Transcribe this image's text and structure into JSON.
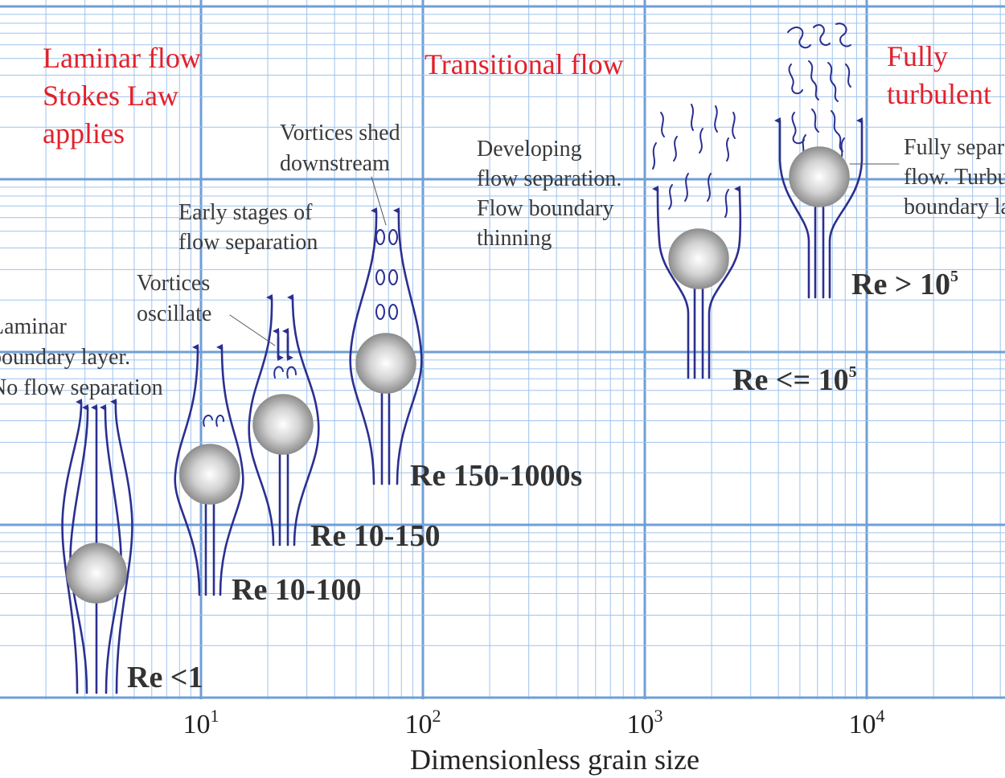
{
  "x_axis": {
    "label": "Dimensionless grain size",
    "scale": "log",
    "ticks": [
      {
        "base": "10",
        "exp": "1"
      },
      {
        "base": "10",
        "exp": "2"
      },
      {
        "base": "10",
        "exp": "3"
      },
      {
        "base": "10",
        "exp": "4"
      }
    ]
  },
  "regimes": [
    {
      "lines": [
        "Laminar flow",
        "Stokes Law",
        "applies"
      ]
    },
    {
      "lines": [
        "Transitional flow"
      ]
    },
    {
      "lines": [
        "Fully",
        "turbulent"
      ]
    }
  ],
  "annotations": [
    {
      "lines": [
        "Laminar",
        "boundary layer.",
        "No flow separation"
      ]
    },
    {
      "lines": [
        "Vortices",
        "oscillate"
      ]
    },
    {
      "lines": [
        "Early stages of",
        "flow separation"
      ]
    },
    {
      "lines": [
        "Vortices shed",
        "downstream"
      ]
    },
    {
      "lines": [
        "Developing",
        "flow separation.",
        "Flow boundary",
        "thinning"
      ]
    },
    {
      "lines": [
        "Fully separated",
        "flow. Turbulent",
        "boundary layer"
      ]
    }
  ],
  "reynolds_labels": [
    {
      "text": "Re <1"
    },
    {
      "text": "Re 10-100"
    },
    {
      "text": "Re 10-150"
    },
    {
      "text": "Re 150-1000s"
    },
    {
      "text": "Re <= 10",
      "sup": "5"
    },
    {
      "text": "Re > 10",
      "sup": "5"
    }
  ],
  "colors": {
    "grid": "#9ec3ec",
    "grid_major": "#6f9fd6",
    "flow_lines": "#2b2f8f",
    "regime_text": "#e3202a",
    "annotation_text": "#3a3a3a",
    "label_text": "#333333",
    "sphere_center": "#ffffff",
    "sphere_edge": "#8f8f8f"
  }
}
